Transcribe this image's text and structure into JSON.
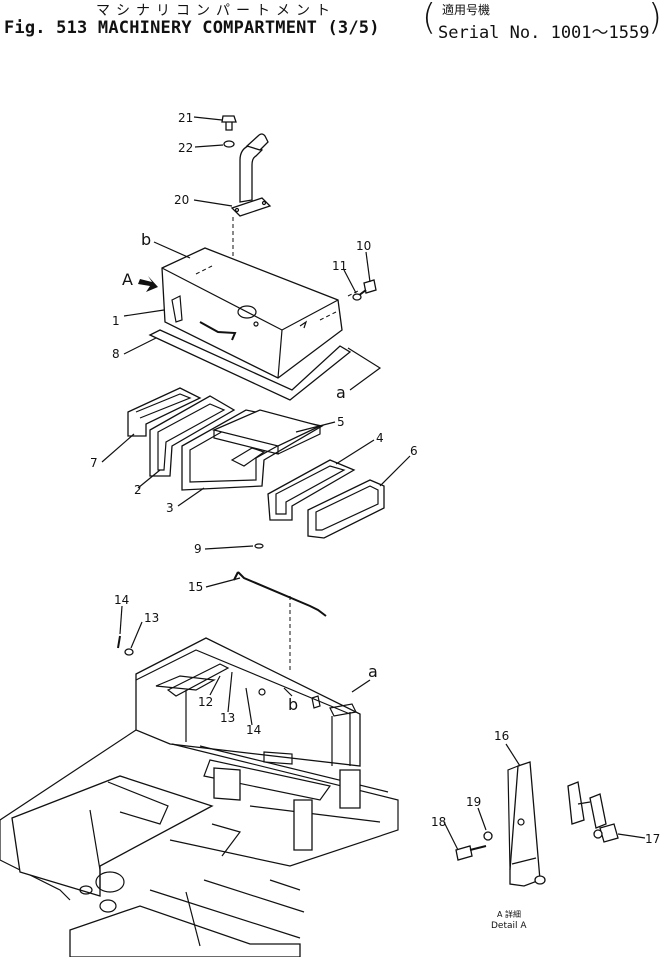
{
  "header": {
    "title_jp": "マシナリコンパートメント",
    "title": "Fig. 513 MACHINERY COMPARTMENT (3/5)",
    "serial_jp": "適用号機",
    "serial": "Serial No. 1001～1559"
  },
  "callouts": [
    "1",
    "2",
    "3",
    "4",
    "5",
    "6",
    "7",
    "8",
    "9",
    "10",
    "11",
    "12",
    "13",
    "13",
    "14",
    "14",
    "15",
    "16",
    "17",
    "18",
    "19",
    "20",
    "21",
    "22"
  ],
  "reference_letters": [
    "a",
    "a",
    "b",
    "b",
    "A"
  ],
  "detail": {
    "label_jp": "A 詳細",
    "label": "Detail A"
  }
}
